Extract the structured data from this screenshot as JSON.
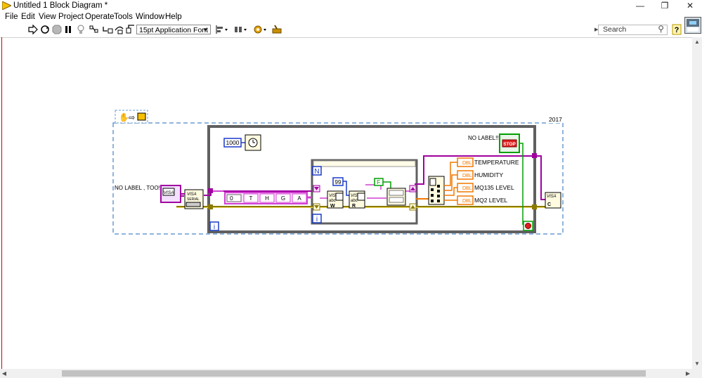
{
  "window": {
    "title": "Untitled 1 Block Diagram *",
    "minimize": "—",
    "restore": "❐",
    "close": "✕"
  },
  "menu": {
    "items": [
      "File",
      "Edit",
      "View",
      "Project",
      "Operate",
      "Tools",
      "Window",
      "Help"
    ]
  },
  "toolbar": {
    "font": "15pt Application Font",
    "search_placeholder": "Search",
    "help": "?"
  },
  "diagram": {
    "version": "2017",
    "label_stop": "NO LABEL!!!",
    "label_visa": "NO LABEL , TOO!!!",
    "wait_ms": "1000",
    "loop_index": "i",
    "for_count": "N",
    "for_index": "i",
    "byte_count": "99",
    "false_const": "F",
    "array_first": "0",
    "array_chars": [
      "T",
      "H",
      "G",
      "A"
    ],
    "dbl_tag": "DBL",
    "indicators": [
      "TEMPERATURE",
      "HUMIDITY",
      "MQ135 LEVEL",
      "MQ2 LEVEL"
    ],
    "visa_ctrl": "VISA",
    "visa_serial": [
      "VISA",
      "SERIAL"
    ],
    "stop_button": "STOP",
    "visa_write": [
      "VISA",
      "abc",
      "W"
    ],
    "visa_read": [
      "VISA",
      "abc",
      "R"
    ],
    "visa_close": [
      "VISA",
      "C"
    ]
  },
  "colors": {
    "wire_string": "#c000c0",
    "wire_error": "#8c7a00",
    "wire_dbl": "#f07800",
    "wire_bool": "#00a000",
    "loop_border": "#606060",
    "struct_dash": "#6b9bd1"
  }
}
